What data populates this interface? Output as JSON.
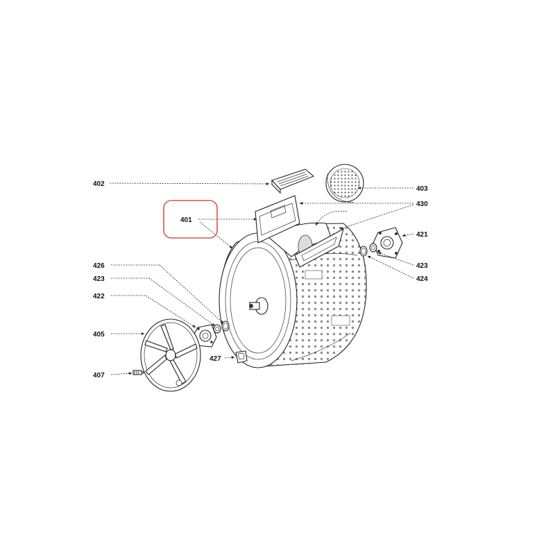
{
  "diagram": {
    "highlight_color": "#d9534f",
    "labels": {
      "p401": "401",
      "p402": "402",
      "p403": "403",
      "p405": "405",
      "p407": "407",
      "p421": "421",
      "p422": "422",
      "p423_left": "423",
      "p423_right": "423",
      "p424": "424",
      "p426": "426",
      "p427": "427",
      "p430": "430"
    }
  }
}
